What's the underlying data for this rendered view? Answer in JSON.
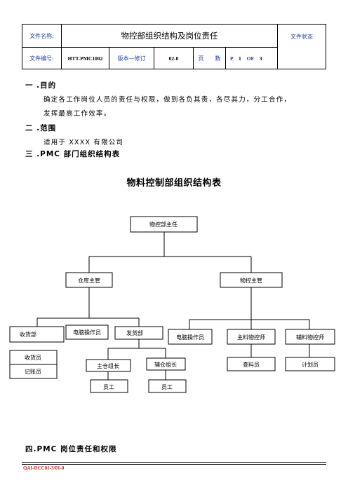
{
  "header": {
    "file_name_label": "文件名称:",
    "title": "物控部组织结构及岗位责任",
    "status_label": "文件状态",
    "file_no_label": "文件编号:",
    "file_no": "HTT-PMC1002",
    "version_label": "版本—修订",
    "version": "02-0",
    "page_label": "页　　数",
    "page_p": "P",
    "page_num": "1",
    "page_of": "OF",
    "page_total": "3"
  },
  "sections": {
    "s1_title": "一 .目的",
    "s1_line1": "确定各工作岗位人员的责任与权限，做到各负其责，各尽其力，分工合作，",
    "s1_line2": "发挥最高工作效率。",
    "s2_title": "二 .范围",
    "s2_line1": "适用于 XXXX 有限公司",
    "s3_title": "三 .PMC 部门组织结构表",
    "s4_title": "四.PMC 岗位责任和权限"
  },
  "org": {
    "title": "物料控制部组织结构表",
    "root": "物控部主任",
    "warehouse_head": "仓库主管",
    "control_head": "物控主管",
    "receiving": "收货部",
    "receiver": "收货员",
    "bookkeeper": "记账员",
    "computer_op_1": "电脑操作员",
    "shipping": "发货部",
    "main_leader": "主仓组长",
    "aux_leader": "辅仓组长",
    "staff_1": "员工",
    "staff_2": "员工",
    "computer_op_2": "电脑操作员",
    "main_planner": "主料物控师",
    "aux_planner": "辅料物控师",
    "checker": "查料员",
    "planner": "计划员"
  },
  "footer": {
    "code": "QAI-DCC01-3/01-0"
  }
}
